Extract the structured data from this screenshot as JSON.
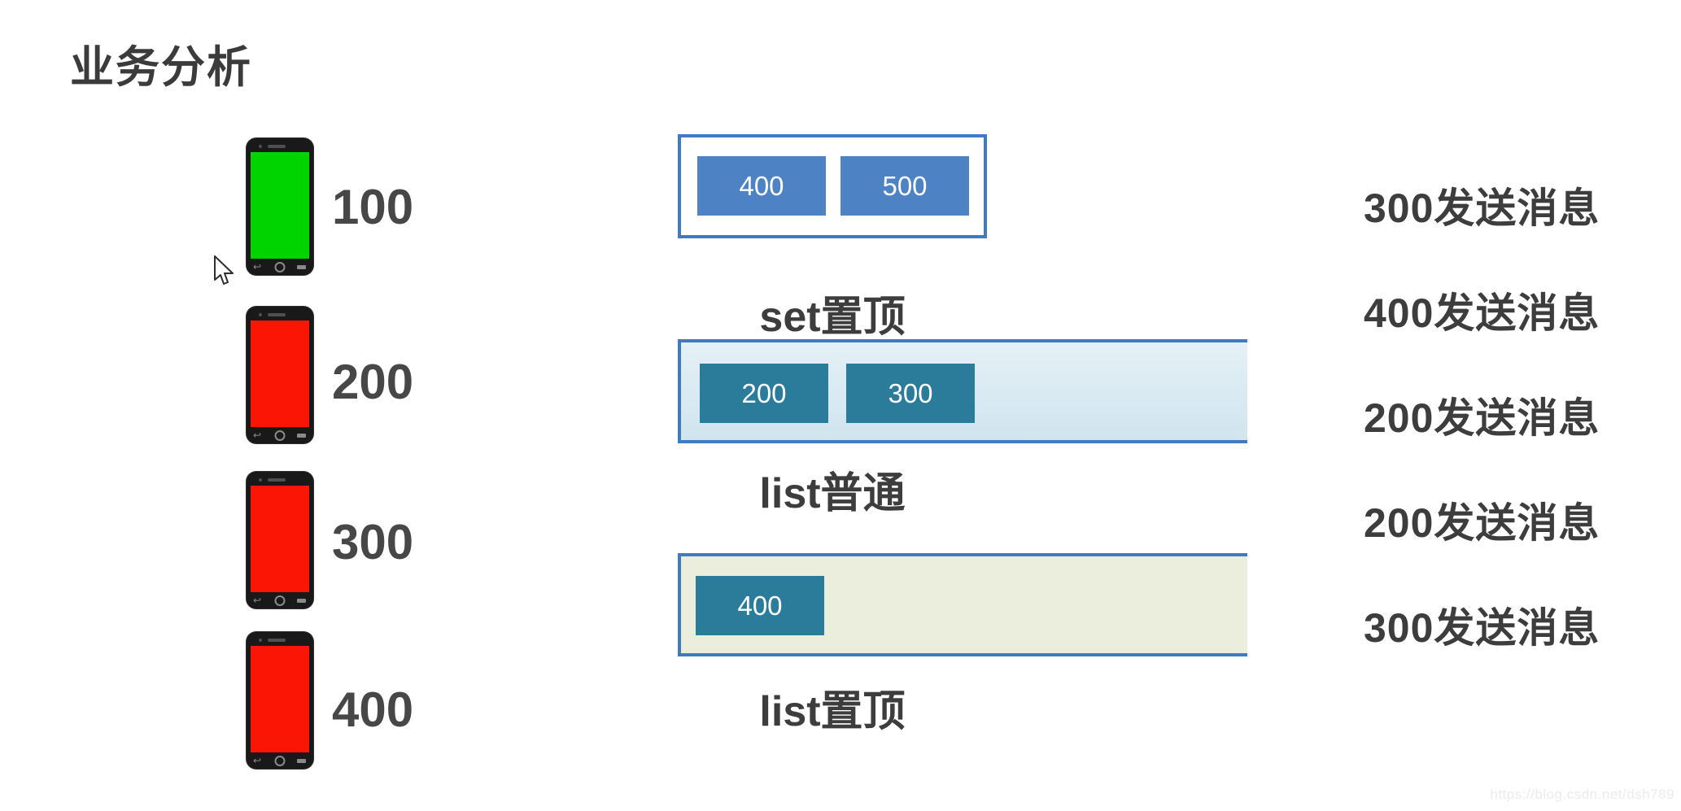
{
  "title": "业务分析",
  "phones": [
    {
      "label": "100",
      "screen_color": "#00d400"
    },
    {
      "label": "200",
      "screen_color": "#fb1505"
    },
    {
      "label": "300",
      "screen_color": "#fb1505"
    },
    {
      "label": "400",
      "screen_color": "#fb1505"
    }
  ],
  "groups": [
    {
      "label": "set置顶",
      "items": [
        "400",
        "500"
      ]
    },
    {
      "label": "list普通",
      "items": [
        "200",
        "300"
      ]
    },
    {
      "label": "list置顶",
      "items": [
        "400"
      ]
    }
  ],
  "messages": [
    "300发送消息",
    "400发送消息",
    "200发送消息",
    "200发送消息",
    "300发送消息"
  ],
  "watermark": "https://blog.csdn.net/dsh789",
  "colors": {
    "border_blue": "#3e7cc1",
    "chip_blue": "#4d82c4",
    "chip_teal": "#2b7c9b",
    "set_box_fill": "#ffffff",
    "list_normal_fill": "#d9eaf2",
    "list_top_fill": "#ebeedd",
    "screen_green": "#00d400",
    "screen_red": "#fb1505",
    "text_dark": "#3d3d3d"
  }
}
